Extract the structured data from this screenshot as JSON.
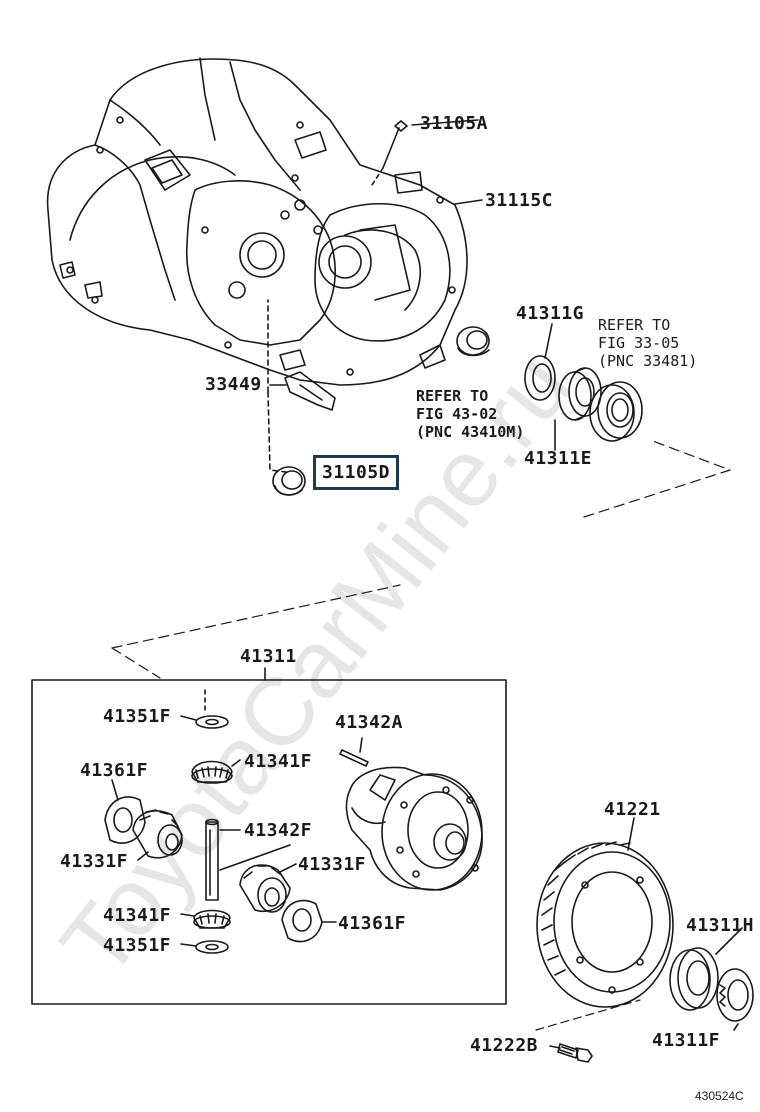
{
  "watermark": "ToyotaCarMine.ru",
  "labels": {
    "p31105A": "31105A",
    "p31115C": "31115C",
    "p41311G": "41311G",
    "p33449": "33449",
    "p31105D": "31105D",
    "p41311E": "41311E",
    "p41311": "41311",
    "p41351F_top": "41351F",
    "p41342A": "41342A",
    "p41341F_top": "41341F",
    "p41361F_left": "41361F",
    "p41342F": "41342F",
    "p41331F_left": "41331F",
    "p41331F_right": "41331F",
    "p41341F_bot": "41341F",
    "p41361F_right": "41361F",
    "p41351F_bot": "41351F",
    "p41221": "41221",
    "p41311H": "41311H",
    "p41311F": "41311F",
    "p41222B": "41222B"
  },
  "notes": {
    "refer_fig_33_05": {
      "l1": "REFER TO",
      "l2": "FIG 33-05",
      "l3": "(PNC 33481)"
    },
    "refer_fig_43_02": {
      "l1": "REFER TO",
      "l2": "FIG 43-02",
      "l3": "(PNC 43410M)"
    }
  },
  "highlighted_part": "31105D",
  "diagram_ref": "430524C"
}
